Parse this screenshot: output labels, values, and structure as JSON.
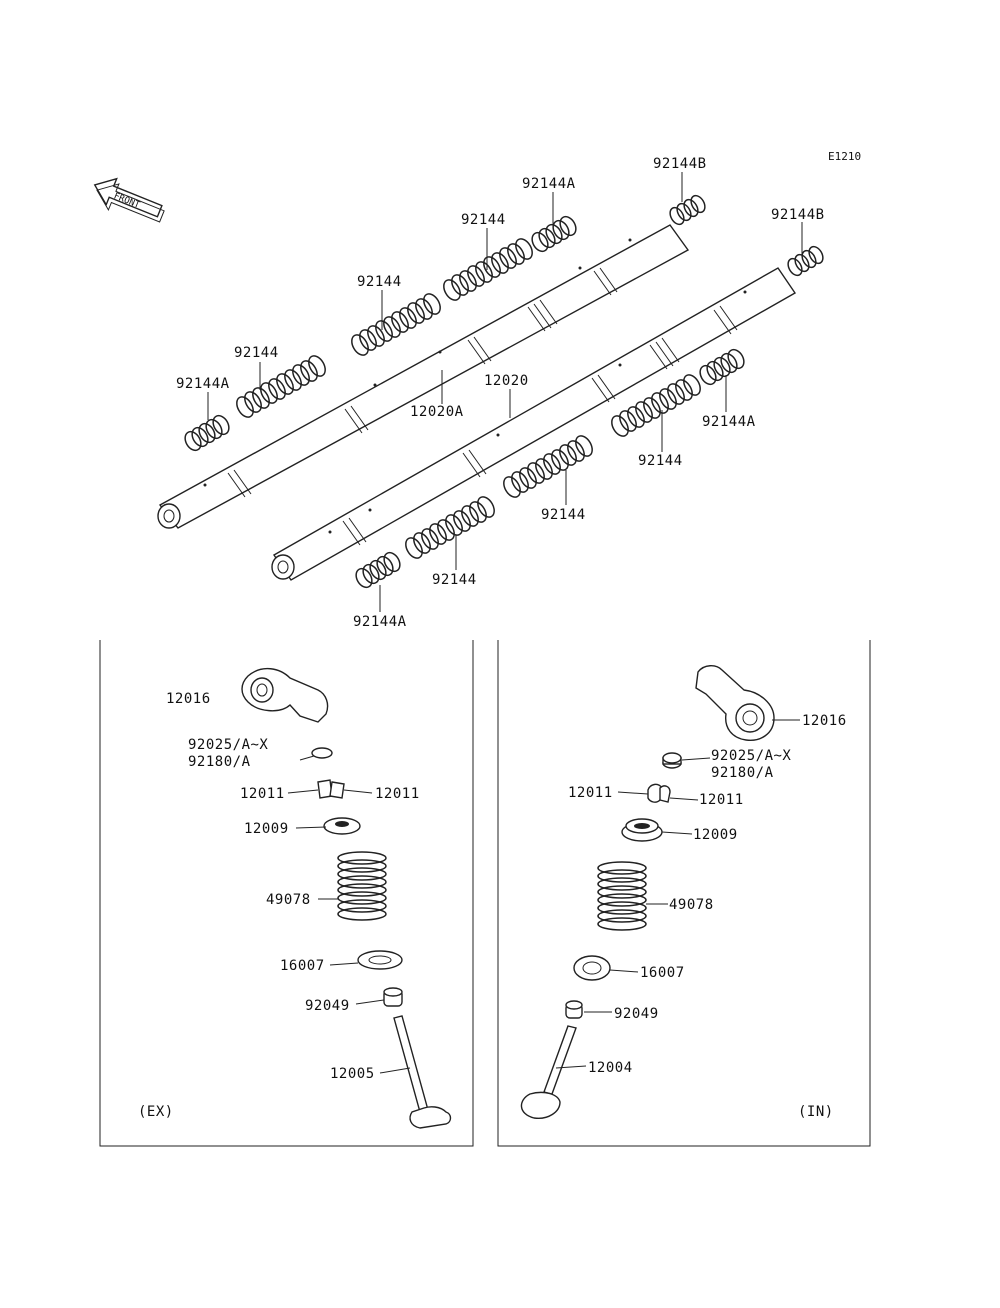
{
  "diagram_code": "E1210",
  "front_arrow_text": "FRONT",
  "shaft_labels": {
    "spring_92144A_left": "92144A",
    "spring_92144_1": "92144",
    "spring_92144_2": "92144",
    "spring_92144_3": "92144",
    "spring_92144A_top": "92144A",
    "spring_92144B_top": "92144B",
    "spring_92144B_right": "92144B",
    "shaft_12020A": "12020A",
    "shaft_12020": "12020",
    "spring_92144A_right": "92144A",
    "spring_92144_right": "92144",
    "spring_92144_mid": "92144",
    "spring_92144_low": "92144",
    "spring_92144A_bottom": "92144A"
  },
  "ex_panel": {
    "tag": "(EX)",
    "rocker_arm": "12016",
    "shim_line1": "92025/A~X",
    "shim_line2": "92180/A",
    "cotter_left": "12011",
    "cotter_right": "12011",
    "retainer": "12009",
    "valve_spring": "49078",
    "spring_seat": "16007",
    "stem_seal": "92049",
    "valve": "12005"
  },
  "in_panel": {
    "tag": "(IN)",
    "rocker_arm": "12016",
    "shim_line1": "92025/A~X",
    "shim_line2": "92180/A",
    "cotter_left": "12011",
    "cotter_right": "12011",
    "retainer": "12009",
    "valve_spring": "49078",
    "spring_seat": "16007",
    "stem_seal": "92049",
    "valve": "12004"
  }
}
